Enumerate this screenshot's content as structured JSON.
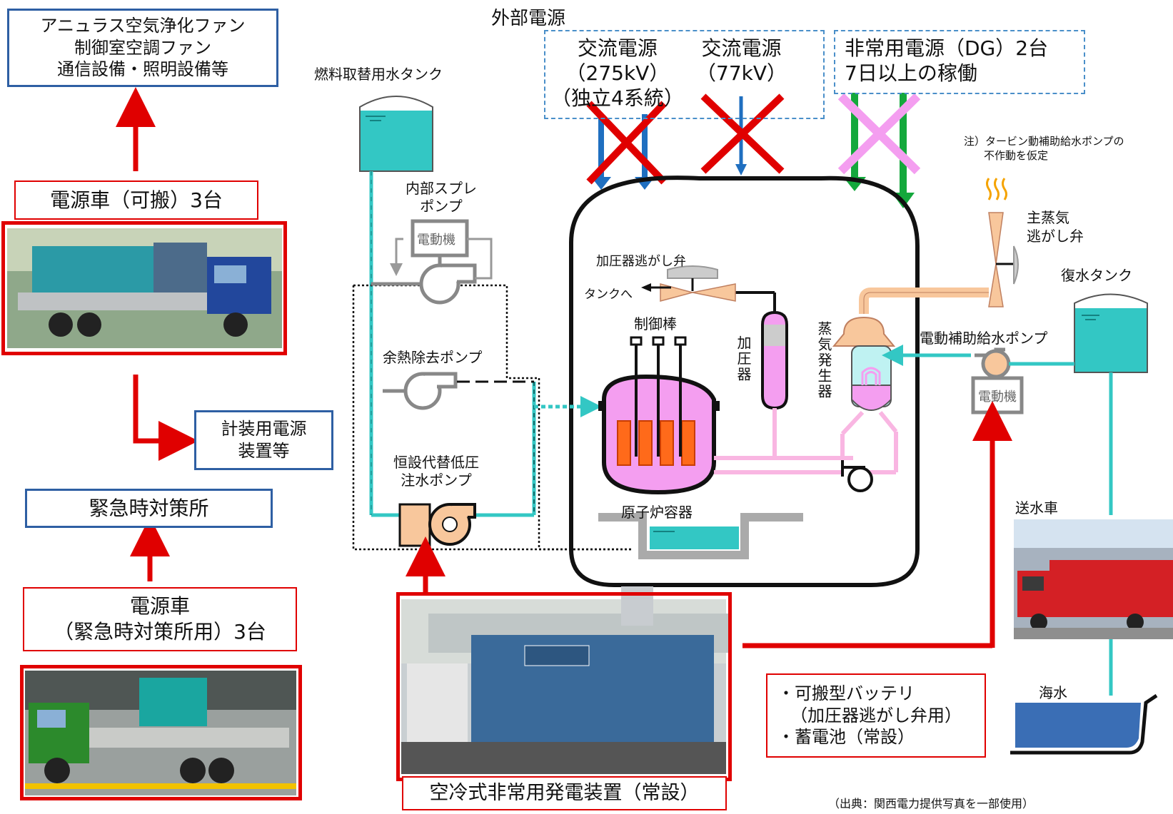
{
  "loads": [
    "アニュラス空気浄化ファン",
    "制御室空調ファン",
    "通信設備・照明設備等"
  ],
  "power_truck_label": "電源車（可搬）3台",
  "instrument_power": [
    "計装用電源",
    "装置等"
  ],
  "emergency_office": "緊急時対策所",
  "office_power_truck": [
    "電源車",
    "（緊急時対策所用）3台"
  ],
  "external_power_title": "外部電源",
  "ac_275": [
    "交流電源",
    "（275kV）",
    "（独立4系統）"
  ],
  "ac_77": [
    "交流電源",
    "（77kV）"
  ],
  "dg": [
    "非常用電源（DG）2台",
    "7日以上の稼働"
  ],
  "fuel_tank": "燃料取替用水タンク",
  "spray_pump": [
    "内部スプレ",
    "ポンプ"
  ],
  "motor": "電動機",
  "rhr_pump": "余熱除去ポンプ",
  "low_pressure_pump": [
    "恒設代替低圧",
    "注水ポンプ"
  ],
  "pressurizer_valve": "加圧器逃がし弁",
  "to_tank": "タンクへ",
  "control_rod": "制御棒",
  "pressurizer": "加圧器",
  "steam_generator": "蒸気発生器",
  "containment": "原子炉容器",
  "note": [
    "注）タービン動補助給水ポンプの",
    "不作動を仮定"
  ],
  "main_steam_valve": [
    "主蒸気",
    "逃がし弁"
  ],
  "condensate_tank": "復水タンク",
  "aux_feed_pump": "電動補助給水ポンプ",
  "water_truck": "送水車",
  "seawater": "海水",
  "batteries": [
    "・可搬型バッテリ",
    "（加圧器逃がし弁用）",
    "・蓄電池（常設）"
  ],
  "air_cooled_generator": "空冷式非常用発電装置（常設）",
  "source": "（出典：関西電力提供写真を一部使用）",
  "colors": {
    "red": "#e00000",
    "blue_arrow": "#1f6fc0",
    "green_arrow": "#14a83c",
    "water": "#33c7c4",
    "pink": "#f08ad0",
    "orange": "#f8c79c",
    "box_blue": "#2e5fa3"
  }
}
